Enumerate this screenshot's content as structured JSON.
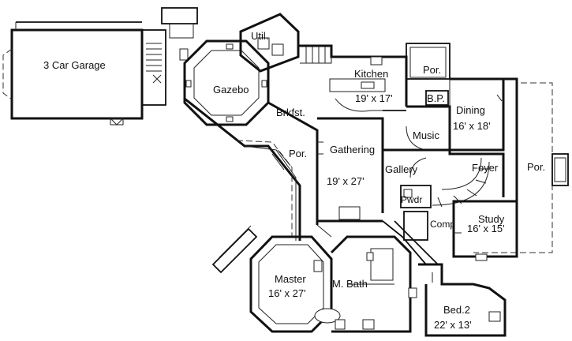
{
  "rooms": {
    "garage": "3 Car Garage",
    "util": "Util.",
    "gazebo": "Gazebo",
    "kitchen_name": "Kitchen",
    "kitchen_size": "19' x 17'",
    "porch_top": "Por.",
    "bp": "B.P.",
    "dining_name": "Dining",
    "dining_size": "16' x 18'",
    "brkfst": "Brkfst.",
    "music": "Music",
    "porch_right": "Por.",
    "porch_left": "Por.",
    "gathering_name": "Gathering",
    "gathering_size": "19' x 27'",
    "gallery": "Gallery",
    "foyer": "Foyer",
    "pwdr": "Pwdr",
    "study_name": "Study",
    "study_size": "16' x 15'",
    "comp": "Comp",
    "master_name": "Master",
    "master_size": "16' x 27'",
    "m_bath": "M. Bath",
    "bed2_name": "Bed.2",
    "bed2_size": "22' x 13'"
  }
}
